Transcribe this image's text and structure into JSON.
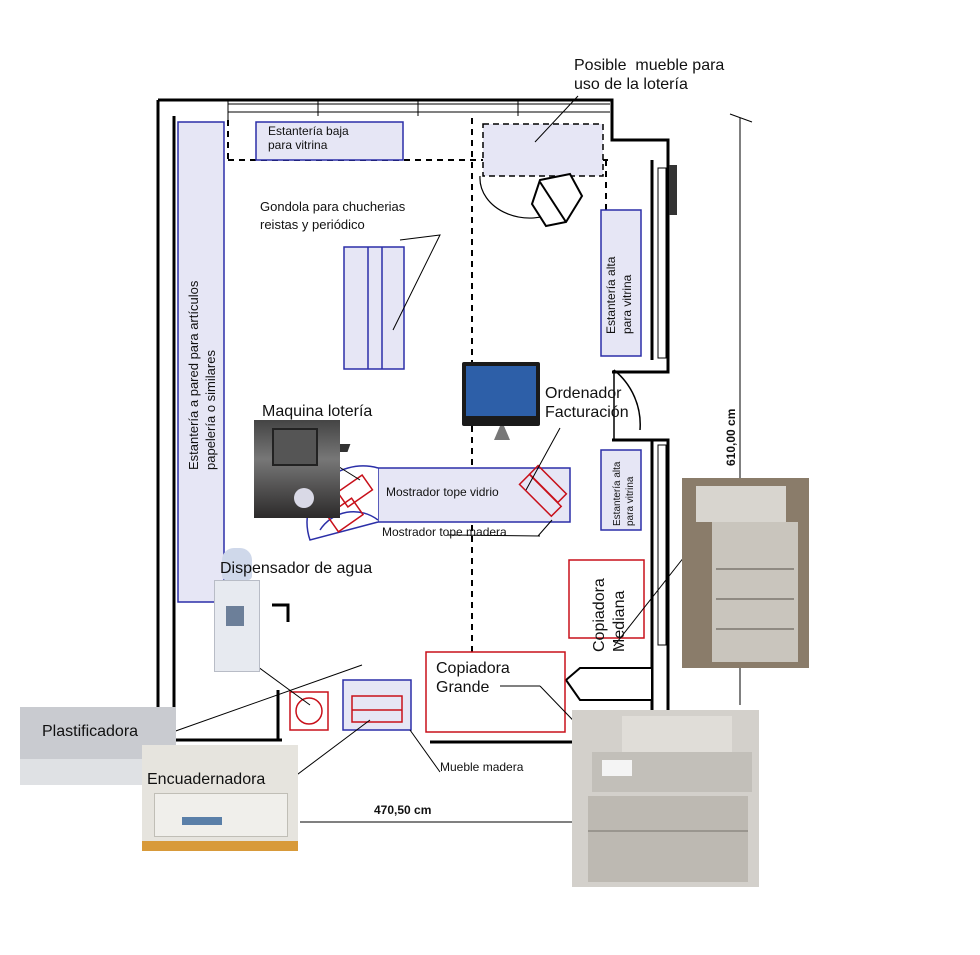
{
  "labels": {
    "posible_mueble": "Posible  mueble para\nuso de la lotería",
    "estanteria_baja": "Estantería baja\npara vitrina",
    "gondola": "Gondola para chucherias\nreistas y periódico",
    "estanteria_pared": "Estantería a pared para artículos\npapelería o similares",
    "estanteria_alta_1": "Estantería alta\npara vitrina",
    "estanteria_alta_2": "Estantería alta\npara vitrina",
    "ordenador": "Ordenador\nFacturación",
    "maquina_loteria": "Maquina lotería",
    "mostrador_vidrio": "Mostrador tope vidrio",
    "mostrador_madera": "Mostrador tope madera",
    "dispensador": "Dispensador de agua",
    "copiadora_mediana": "Copiadora\nMediana",
    "copiadora_grande": "Copiadora\nGrande",
    "plastificadora": "Plastificadora",
    "encuadernadora": "Encuadernadora",
    "mueble_madera": "Mueble madera",
    "dim_vertical": "610,00 cm",
    "dim_horizontal": "470,50 cm"
  },
  "colors": {
    "wall": "#000000",
    "blue_outline": "#2b2fa8",
    "blue_fill": "#e6e6f5",
    "red": "#c8101a"
  }
}
